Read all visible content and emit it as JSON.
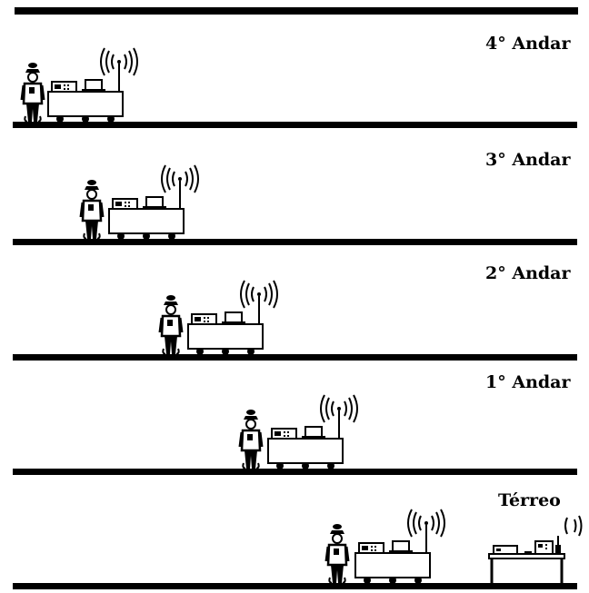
{
  "floors": [
    {
      "label": "4° Andar"
    },
    {
      "label": "3° Andar"
    },
    {
      "label": "2° Andar"
    },
    {
      "label": "1° Andar"
    },
    {
      "label": "Térreo"
    }
  ],
  "colors": {
    "ink": "#000000",
    "paper": "#ffffff"
  },
  "icons": [
    "person-icon",
    "mobile-cart-icon",
    "antenna-signal-icon",
    "base-station-icon"
  ]
}
